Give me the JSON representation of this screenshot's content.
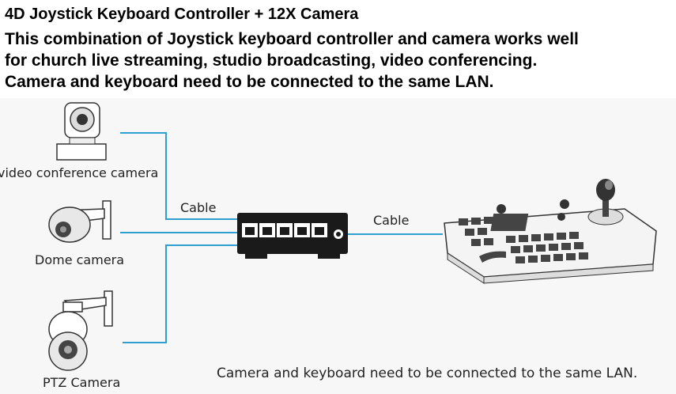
{
  "header": {
    "title": "4D Joystick Keyboard Controller + 12X Camera",
    "line2": "This combination of Joystick keyboard controller and camera works well",
    "line3": "for church live streaming, studio broadcasting, video conferencing.",
    "line4": "Camera and keyboard need to be connected to the same LAN."
  },
  "diagram": {
    "video_camera_label": "video conference camera",
    "dome_camera_label": "Dome camera",
    "ptz_camera_label": "PTZ Camera",
    "cable_left_label": "Cable",
    "cable_right_label": "Cable",
    "caption": "Camera and keyboard need to be connected to the same LAN."
  },
  "colors": {
    "cable": "#2f9fd0",
    "device": "#1a1a1a"
  }
}
